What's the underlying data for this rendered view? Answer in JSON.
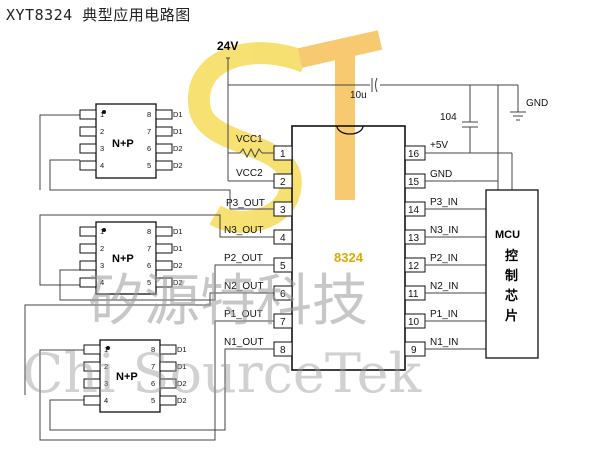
{
  "title": "XYT8324 典型应用电路图",
  "supply": "24V",
  "cap_10u": "10u",
  "cap_104": "104",
  "gnd": "GND",
  "vplus": "+5V",
  "ic": {
    "name": "8324",
    "left_pins": [
      {
        "num": "1",
        "label": "VCC1"
      },
      {
        "num": "2",
        "label": "VCC2"
      },
      {
        "num": "3",
        "label": "P3_OUT"
      },
      {
        "num": "4",
        "label": "N3_OUT"
      },
      {
        "num": "5",
        "label": "P2_OUT"
      },
      {
        "num": "6",
        "label": "N2_OUT"
      },
      {
        "num": "7",
        "label": "P1_OUT"
      },
      {
        "num": "8",
        "label": "N1_OUT"
      }
    ],
    "right_pins": [
      {
        "num": "16",
        "label": "+5V"
      },
      {
        "num": "15",
        "label": "GND"
      },
      {
        "num": "14",
        "label": "P3_IN"
      },
      {
        "num": "13",
        "label": "N3_IN"
      },
      {
        "num": "12",
        "label": "P2_IN"
      },
      {
        "num": "11",
        "label": "N2_IN"
      },
      {
        "num": "10",
        "label": "P1_IN"
      },
      {
        "num": "9",
        "label": "N1_IN"
      }
    ]
  },
  "mosfet": {
    "label": "N+P",
    "left_nums": [
      "1",
      "2",
      "3",
      "4"
    ],
    "right_nums": [
      "8",
      "7",
      "6",
      "5"
    ],
    "right_labels": [
      "D1",
      "D1",
      "D2",
      "D2"
    ]
  },
  "mcu": {
    "line1": "MCU",
    "chars": [
      "控",
      "制",
      "芯",
      "片"
    ]
  },
  "watermark": {
    "cn": "矽源特科技",
    "en": "Chi SourceTek",
    "logo": "ST"
  }
}
